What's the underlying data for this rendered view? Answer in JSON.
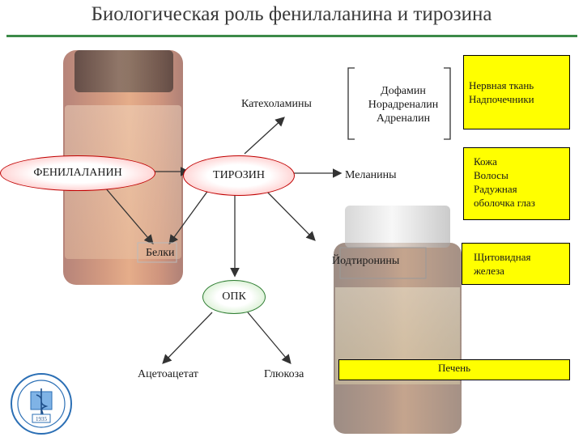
{
  "title": "Биологическая роль фенилаланина и тирозина",
  "nodes": {
    "phenylalanine": "ФЕНИЛАЛАНИН",
    "tyrosine": "ТИРОЗИН",
    "catecholamines": "Катехоламины",
    "dopamine": "Дофамин",
    "noradrenaline": "Норадреналин",
    "adrenaline": "Адреналин",
    "melanins": "Меланины",
    "proteins": "Белки",
    "iodothyronines": "Йодтиронины",
    "opk": "ОПК",
    "acetoacetate": "Ацетоацетат",
    "glucose": "Глюкоза"
  },
  "targets": {
    "nervous": [
      "Нервная ткань",
      "Надпочечники"
    ],
    "skin": [
      "Кожа",
      "Волосы",
      "Радужная",
      "оболочка глаз"
    ],
    "thyroid": [
      "Щитовидная",
      "железа"
    ],
    "liver": "Печень"
  },
  "emblem": {
    "year": "1935"
  },
  "colors": {
    "rule": "#3c8a48",
    "highlight": "#ffff00",
    "ellipse_border": "#c00000"
  }
}
